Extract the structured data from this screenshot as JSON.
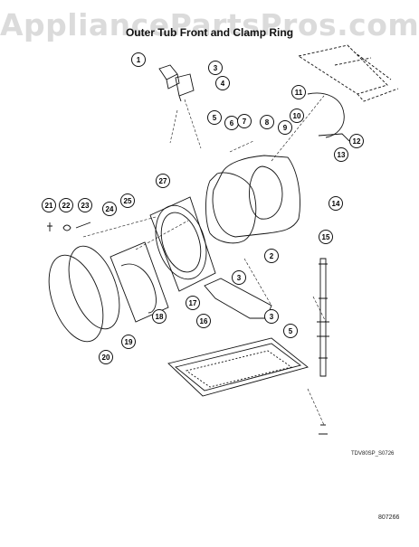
{
  "watermark": "AppliancePartsPros.com",
  "title": "Outer Tub Front and Clamp Ring",
  "drawing_code": "TDV80SP_S0726",
  "page_code": "807266",
  "callouts": [
    "1",
    "2",
    "3",
    "4",
    "5",
    "6",
    "7",
    "8",
    "9",
    "10",
    "11",
    "12",
    "13",
    "14",
    "15",
    "16",
    "17",
    "18",
    "19",
    "20",
    "21",
    "22",
    "23",
    "24",
    "25",
    "27"
  ]
}
